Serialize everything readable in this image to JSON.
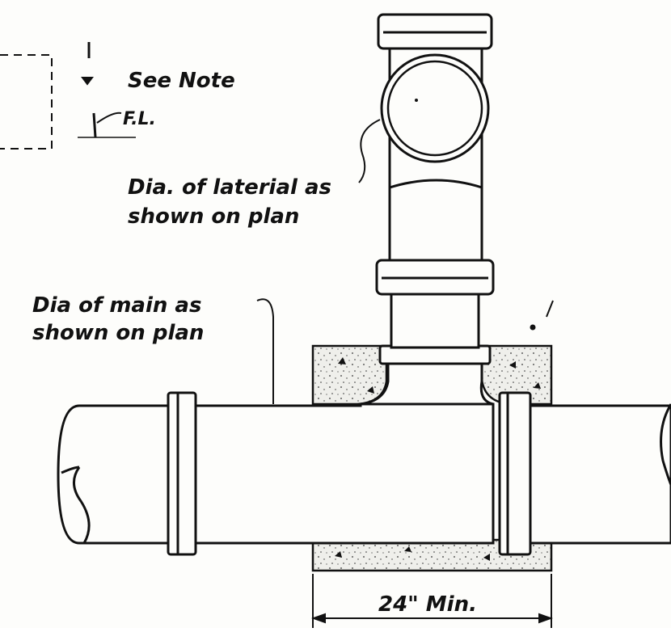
{
  "labels": {
    "see_note": "See Note",
    "flow_line": "F.L.",
    "lateral_line1": "Dia. of laterial as",
    "lateral_line2": "shown on plan",
    "main_line1": "Dia of main as",
    "main_line2": "shown on plan",
    "dimension": "24\" Min."
  },
  "colors": {
    "ink": "#111111",
    "paper": "#fdfdfb",
    "concrete": "#eeeeea"
  }
}
